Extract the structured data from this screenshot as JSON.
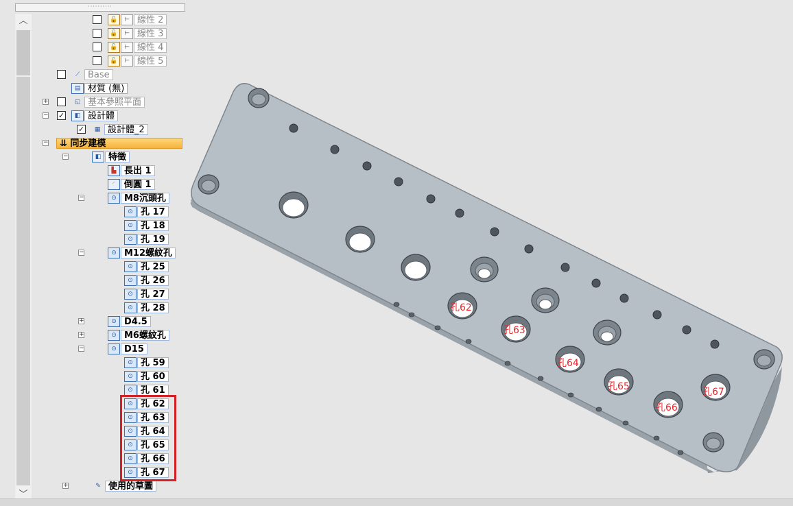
{
  "tree": {
    "linear_items": [
      "線性 2",
      "線性 3",
      "線性 4",
      "線性 5"
    ],
    "base": "Base",
    "material": "材質 (無)",
    "ref_planes": "基本參照平面",
    "design_body": "設計體",
    "design_body_2": "設計體_2",
    "sync_model": "同步建模",
    "features": "特徵",
    "extrude": "長出 1",
    "round": "倒圓 1",
    "m8_group": "M8沉頭孔",
    "m8_holes": [
      "孔 17",
      "孔 18",
      "孔 19"
    ],
    "m12_group": "M12螺紋孔",
    "m12_holes": [
      "孔 25",
      "孔 26",
      "孔 27",
      "孔 28"
    ],
    "d45_group": "D4.5",
    "m6_group": "M6螺紋孔",
    "d15_group": "D15",
    "d15_holes": [
      "孔 59",
      "孔 60",
      "孔 61",
      "孔 62",
      "孔 63",
      "孔 64",
      "孔 65",
      "孔 66",
      "孔 67"
    ],
    "sketches": "使用的草圖"
  },
  "annotations": [
    "孔62",
    "孔63",
    "孔64",
    "孔65",
    "孔66",
    "孔67"
  ],
  "colors": {
    "highlight": "#d31f26",
    "selection": "#f5b23c",
    "part": "#b6bec6"
  }
}
